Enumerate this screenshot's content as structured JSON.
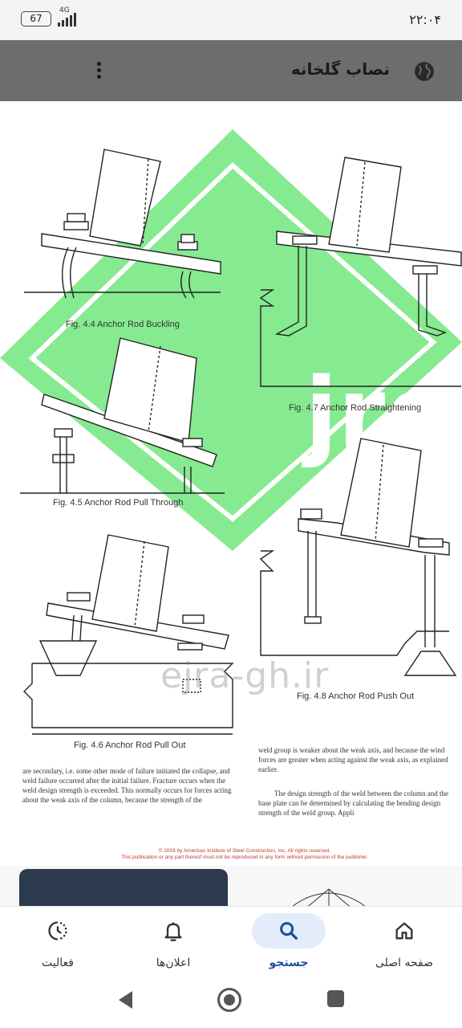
{
  "status_bar": {
    "battery": "67",
    "network": "4G",
    "time": "۲۲:۰۴"
  },
  "app_bar": {
    "title": "نصاب گلخانه",
    "globe_icon": "globe-icon",
    "menu_icon": "more-vert-icon"
  },
  "document": {
    "captions": {
      "fig44": "Fig. 4.4 Anchor Rod Buckling",
      "fig45": "Fig. 4.5 Anchor Rod Pull Through",
      "fig46": "Fig. 4.6 Anchor Rod Pull Out",
      "fig47": "Fig. 4.7 Anchor Rod Straightening",
      "fig48": "Fig. 4.8 Anchor Rod Push Out"
    },
    "watermark": "ejra-gh.ir",
    "left_paragraph": "are secondary, i.e. some other mode of failure initiated the collapse, and weld failure occurred after the initial failure. Fracture occurs when the weld design strength is exceeded. This normally occurs for forces acting about the weak axis of the column, because the strength of the",
    "right_paragraph_1": "weld group is weaker about the weak axis, and because the wind forces are greater when acting against the weak axis, as explained earlier.",
    "right_paragraph_2": "The design strength of the weld between the column and the base plate can be determined by calculating the bending design strength of the weld group. Appli",
    "copyright_line_1": "© 2003 by American Institute of Steel Construction, Inc. All rights reserved.",
    "copyright_line_2": "This publication or any part thereof must not be reproduced in any form without permission of the publisher."
  },
  "bottom_nav": {
    "items": [
      {
        "label": "صفحه اصلی",
        "icon": "home-icon"
      },
      {
        "label": "جستجو",
        "icon": "search-icon"
      },
      {
        "label": "اعلان‌ها",
        "icon": "bell-icon"
      },
      {
        "label": "فعالیت",
        "icon": "activity-icon"
      }
    ],
    "active_index": 1
  },
  "colors": {
    "app_bar": "#6d6d6d",
    "active_nav": "#1f4f9c",
    "active_pill": "#e3ecfa",
    "watermark_green": "#5ee36b"
  }
}
